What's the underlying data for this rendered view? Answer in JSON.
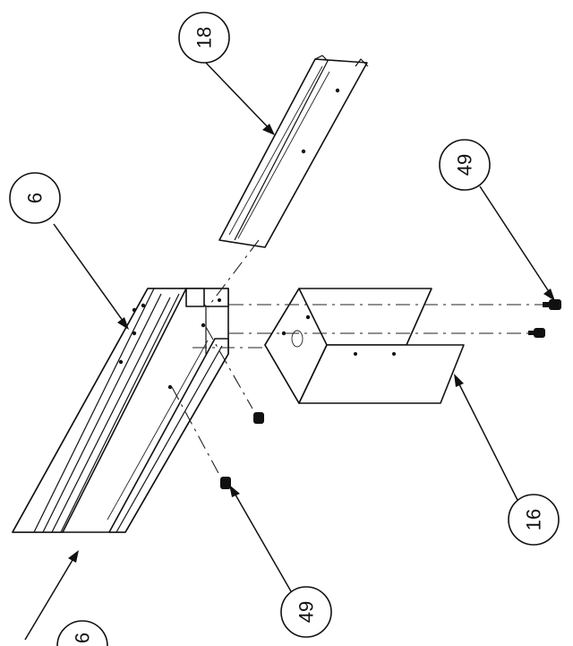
{
  "balloons": {
    "b18": "18",
    "b6a": "6",
    "b49a": "49",
    "b16": "16",
    "b49b": "49",
    "b6b": "6"
  }
}
